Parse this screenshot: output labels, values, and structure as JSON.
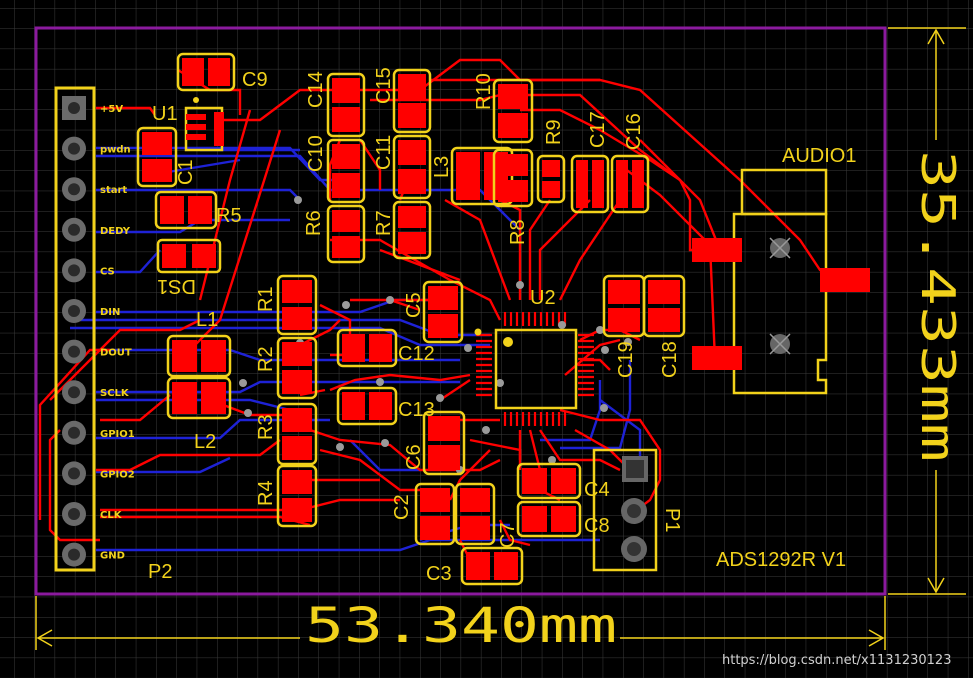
{
  "board": {
    "width_dimension": "53.340mm",
    "height_dimension": "35.433mm",
    "board_label": "ADS1292R V1",
    "watermark": "https://blog.csdn.net/x1131230123"
  },
  "header_p2": {
    "ref": "P2",
    "pins": [
      "+5V",
      "pwdn",
      "start",
      "DEDY",
      "CS",
      "DIN",
      "DOUT",
      "SCLK",
      "GPIO1",
      "GPIO2",
      "CLK",
      "GND"
    ]
  },
  "components": {
    "c9": "C9",
    "u1": "U1",
    "c1": "C1",
    "r5": "R5",
    "ds1": "DS1",
    "c14": "C14",
    "c15": "C15",
    "r10": "R10",
    "c10": "C10",
    "c11": "C11",
    "l3": "L3",
    "r9": "R9",
    "c17": "C17",
    "c16": "C16",
    "r6": "R6",
    "r7": "R7",
    "r8": "R8",
    "audio1": "AUDIO1",
    "l1": "L1",
    "r1": "R1",
    "c5": "C5",
    "u2": "U2",
    "r2": "R2",
    "c12": "C12",
    "c19": "C19",
    "c18": "C18",
    "l2": "L2",
    "r3": "R3",
    "c13": "C13",
    "c6": "C6",
    "r4": "R4",
    "c2": "C2",
    "c4": "C4",
    "c8": "C8",
    "c7": "C7",
    "c3": "C3",
    "p1": "P1"
  },
  "colors": {
    "background": "#000000",
    "grid": "#3c3c3c",
    "outline": "#8b1a9e",
    "silkscreen": "#f2d21b",
    "top_copper": "#ff0000",
    "bottom_copper": "#1e22d6",
    "via": "#9a9a9a"
  }
}
